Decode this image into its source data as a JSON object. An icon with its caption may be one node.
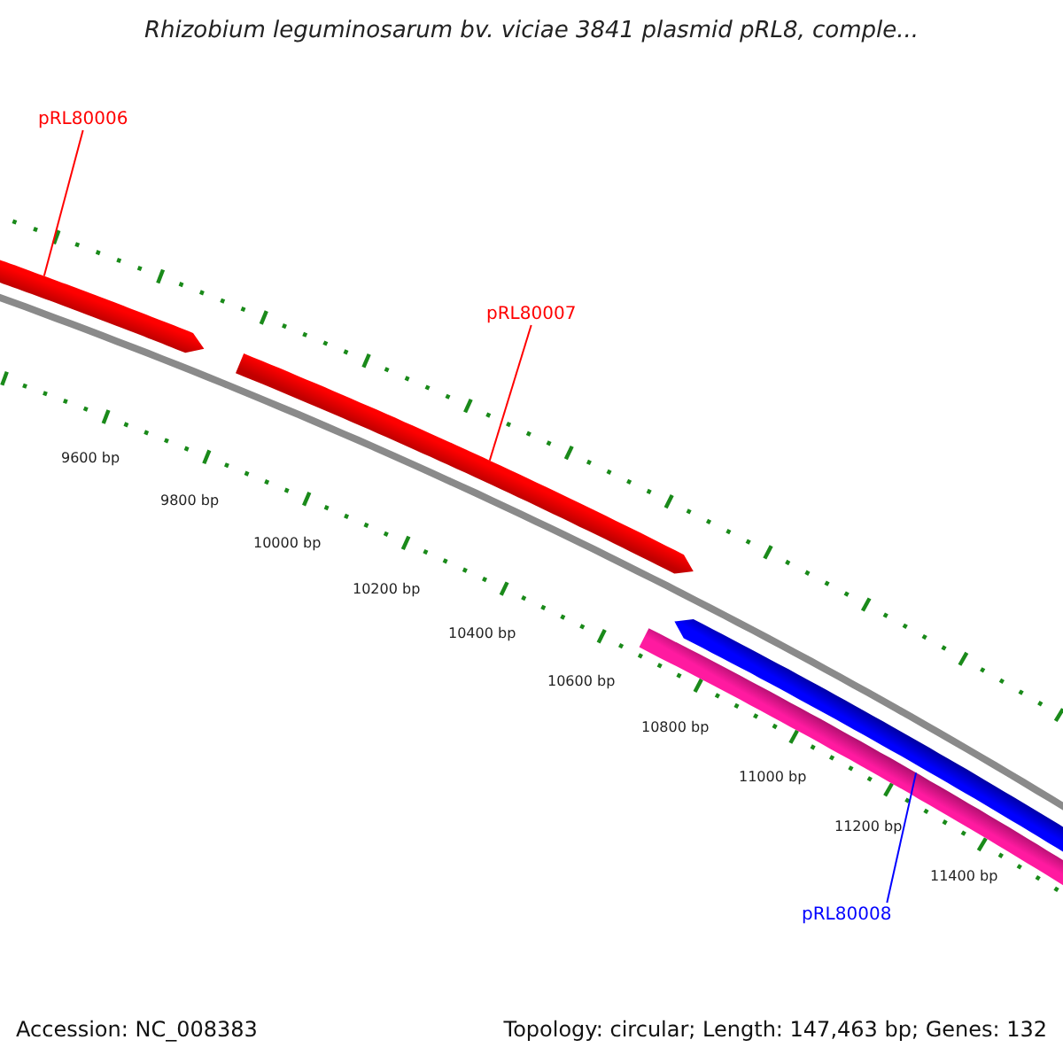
{
  "diagram": {
    "title": "Rhizobium leguminosarum bv. viciae 3841 plasmid pRL8, comple...",
    "nodes": [
      {
        "text": [
          "pRL80006"
        ]
      },
      {
        "text": [],
        "shape": "bar"
      },
      {
        "text": [
          "pRL80007"
        ]
      },
      {
        "text": [],
        "shape": "bar"
      },
      {
        "text": [
          "pRL80008"
        ]
      },
      {
        "text": [],
        "shape": "bar"
      },
      {
        "text": [],
        "shape": "bar"
      }
    ],
    "edges": [
      {
        "from": 0,
        "to": 1,
        "arrow": "none"
      },
      {
        "from": 2,
        "to": 3,
        "arrow": "none"
      },
      {
        "from": 4,
        "to": 6,
        "arrow": "none",
        "color": "#0000ff"
      }
    ],
    "labels": [
      "9600 bp",
      "9800 bp",
      "10000 bp",
      "10200 bp",
      "10400 bp",
      "10600 bp",
      "10800 bp",
      "11000 bp",
      "11200 bp",
      "11400 bp",
      "Accession: NC_008383",
      "Topology: circular; Length: 147,463 bp; Genes: 132"
    ]
  }
}
